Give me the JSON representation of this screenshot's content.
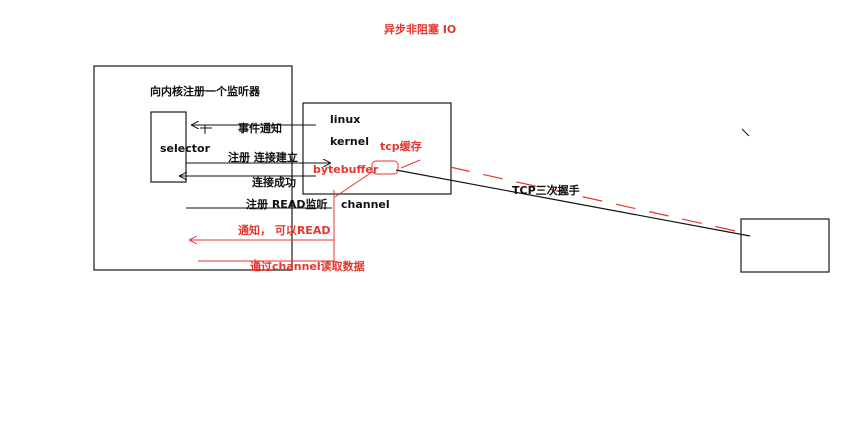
{
  "title": "异步非阻塞 IO",
  "colors": {
    "annotation": "#e8362f",
    "ink": "#111111",
    "box": "#1a1a1a"
  },
  "labels": {
    "register_listener": "向内核注册一个监听器",
    "selector": "selector",
    "event_notify": "事件通知",
    "register_connect": "注册 连接建立",
    "connect_success": "连接成功",
    "register_read": "注册 READ监听",
    "linux": "linux",
    "kernel": "kernel",
    "tcp_buffer": "tcp缓存",
    "bytebuffer": "bytebuffer",
    "channel": "channel",
    "notify_read": "通知， 可以READ",
    "read_via_channel": "通过channel读取数据",
    "tcp_handshake": "TCP三次握手"
  }
}
